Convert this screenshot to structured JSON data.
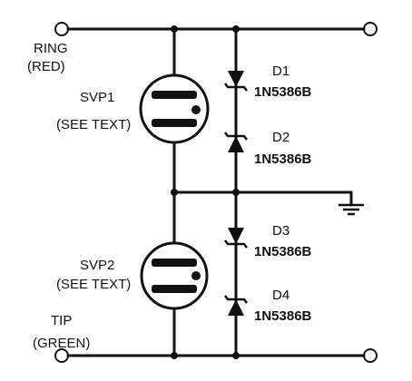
{
  "labels": {
    "ring": "RING",
    "ring_color": "(RED)",
    "tip": "TIP",
    "tip_color": "(GREEN)",
    "svp1": "SVP1",
    "svp1_note": "(SEE TEXT)",
    "svp2": "SVP2",
    "svp2_note": "(SEE TEXT)",
    "d1": "D1",
    "d1_part": "1N5386B",
    "d2": "D2",
    "d2_part": "1N5386B",
    "d3": "D3",
    "d3_part": "1N5386B",
    "d4": "D4",
    "d4_part": "1N5386B"
  },
  "colors": {
    "ink": "#111111",
    "background": "#ffffff"
  }
}
